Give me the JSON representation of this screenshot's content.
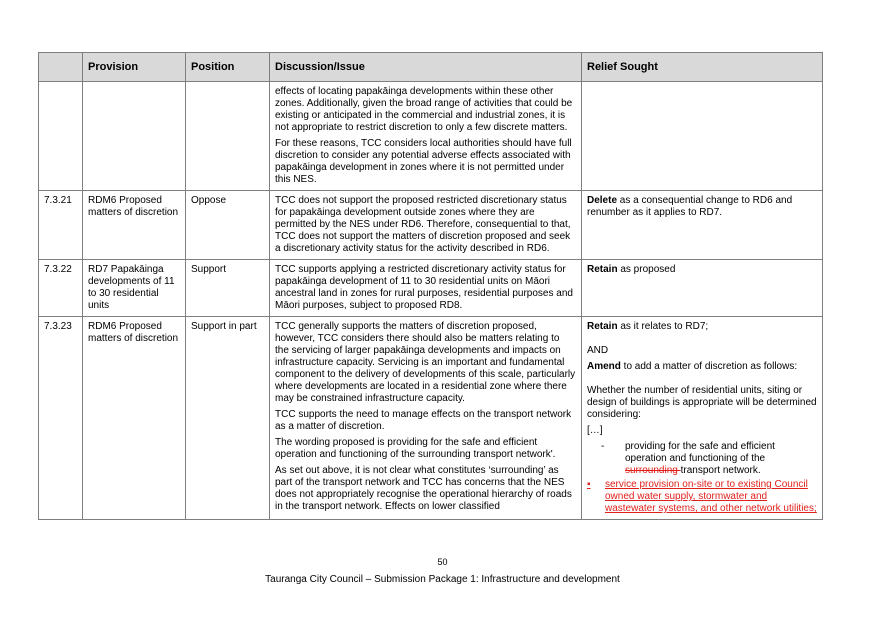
{
  "headers": [
    "",
    "Provision",
    "Position",
    "Discussion/Issue",
    "Relief Sought"
  ],
  "row0": {
    "discussion": [
      "effects of locating papakāinga developments within these other zones. Additionally, given the broad range of activities that could be existing or anticipated in the commercial and industrial zones, it is not appropriate to restrict discretion to only a few discrete matters.",
      "For these reasons, TCC considers local authorities should have full discretion to consider any potential adverse effects associated with papakāinga development in zones where it is not permitted under this NES."
    ]
  },
  "row1": {
    "id": "7.3.21",
    "provision": "RDM6 Proposed matters of discretion",
    "position": "Oppose",
    "discussion": "TCC does not support the proposed restricted discretionary status for papakāinga development outside zones where they are permitted by the NES under RD6. Therefore, consequential to that, TCC does not support the matters of discretion proposed and seek a discretionary activity status for the activity described in RD6.",
    "relief_bold": "Delete",
    "relief_rest": " as a consequential change to RD6 and renumber as it applies to RD7."
  },
  "row2": {
    "id": "7.3.22",
    "provision": "RD7 Papakāinga developments of 11 to 30 residential units",
    "position": "Support",
    "discussion": "TCC supports applying a restricted discretionary activity status for papakāinga development of 11 to 30 residential units on Māori ancestral land in zones for rural purposes, residential purposes and Māori purposes, subject to proposed RD8.",
    "relief_bold": "Retain",
    "relief_rest": " as proposed"
  },
  "row3": {
    "id": "7.3.23",
    "provision": "RDM6 Proposed matters of discretion",
    "position": "Support in part",
    "discussion": [
      "TCC generally supports the matters of discretion proposed, however, TCC considers there should also be matters relating to the servicing of larger papakāinga developments and impacts on infrastructure capacity. Servicing is an important and fundamental component to the delivery of developments of this scale, particularly where developments are located in a residential zone where there may be constrained infrastructure capacity.",
      "TCC supports the need to manage effects on the transport network as a matter of discretion.",
      "The wording proposed is providing for the safe and efficient operation and functioning of the surrounding transport network'.",
      "As set out above, it is not clear what constitutes ‘surrounding’ as part of the transport network and TCC has concerns that the NES does not appropriately recognise the operational hierarchy of roads in the transport network. Effects on lower classified"
    ],
    "relief": {
      "retain_bold": "Retain",
      "retain_rest": " as it relates to RD7;",
      "and": "AND",
      "amend_bold": "Amend",
      "amend_rest": " to add a matter of discretion as follows:",
      "whether": "Whether the number of residential units, siting or design of buildings is appropriate will be determined considering:",
      "ellipsis": "[…]",
      "dash_marker": "-",
      "dash_text_1": "providing for the safe and efficient operation and functioning of the ",
      "dash_strike": "surrounding ",
      "dash_text_2": "transport network.",
      "bullet_marker": "▪",
      "bullet_text": "service provision on-site or to existing Council owned water supply, stormwater and wastewater systems, and other network utilities;"
    }
  },
  "page_number": "50",
  "footer": "Tauranga City Council – Submission Package 1: Infrastructure and development",
  "colors": {
    "header_bg": "#d9d9d9",
    "insertion": "#e0201b",
    "border": "#7f7f7f"
  }
}
